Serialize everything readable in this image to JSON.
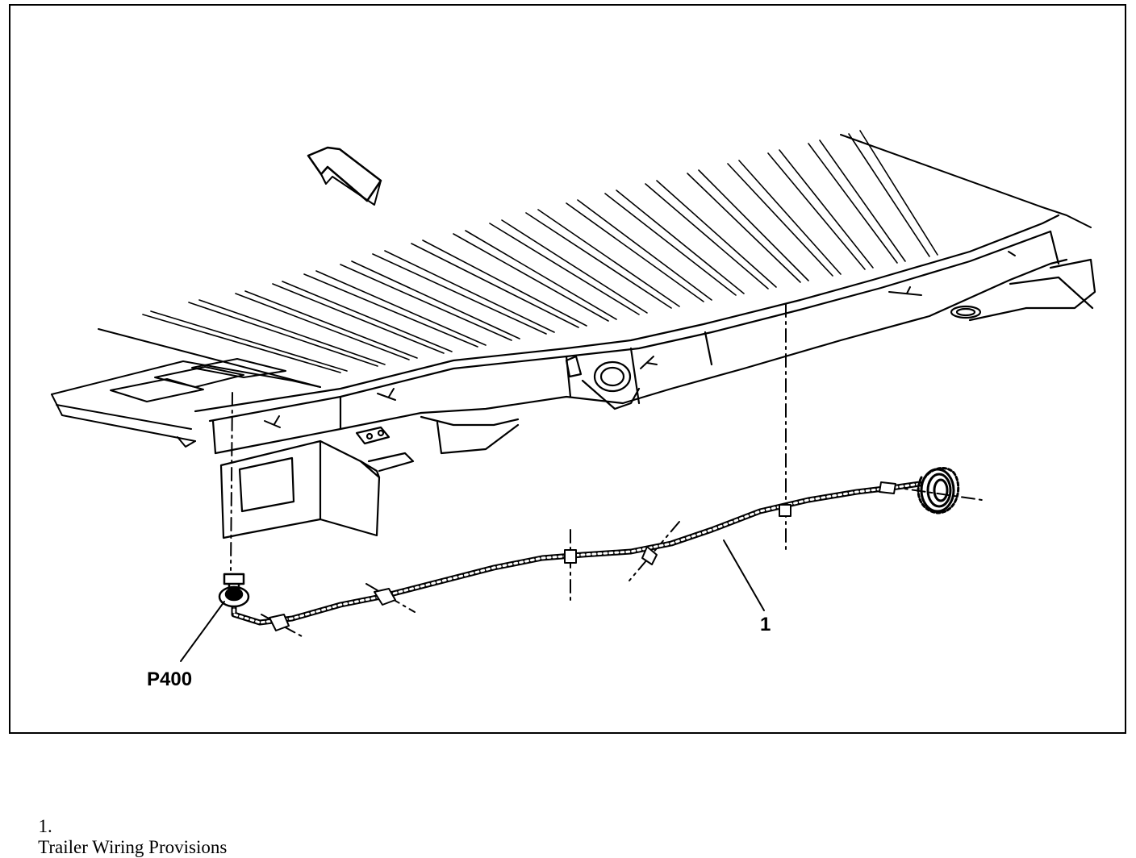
{
  "diagram": {
    "callouts": {
      "connector": "P400",
      "item_number": "1"
    }
  },
  "legend": {
    "items": [
      {
        "number": "1.",
        "text": "Trailer Wiring Provisions"
      }
    ]
  },
  "colors": {
    "ink": "#000000",
    "paper": "#ffffff"
  }
}
